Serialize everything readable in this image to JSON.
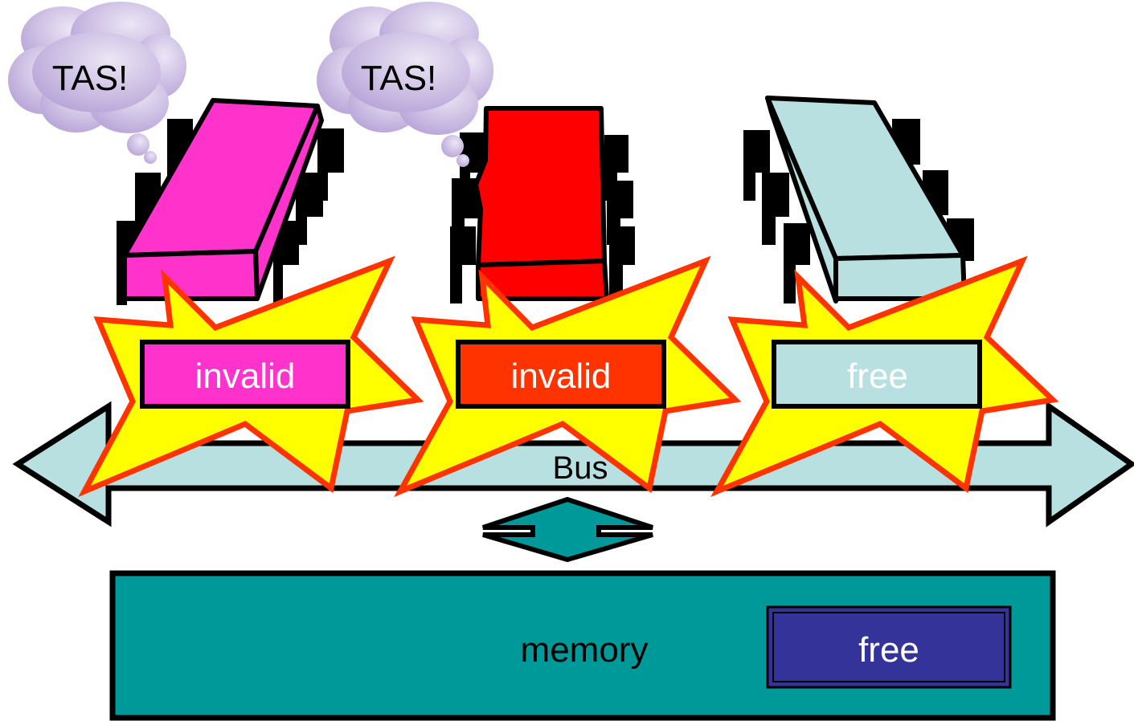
{
  "thoughts": [
    {
      "text": "TAS!"
    },
    {
      "text": "TAS!"
    }
  ],
  "processors": [
    {
      "cache_label": "invalid",
      "chip_color": "#ff33cc",
      "cache_color": "#ff33cc"
    },
    {
      "cache_label": "invalid",
      "chip_color": "#ff0000",
      "cache_color": "#ff3300"
    },
    {
      "cache_label": "free",
      "chip_color": "#b8e0e0",
      "cache_color": "#b8e0e0"
    }
  ],
  "bus": {
    "label": "Bus",
    "color": "#b8e0e0"
  },
  "memory": {
    "label": "memory",
    "value_label": "free",
    "color": "#009999",
    "value_color": "#333399"
  },
  "colors": {
    "explosion_fill": "#ffff00",
    "explosion_stroke": "#ff3300",
    "cloud": "#c6b6e0"
  }
}
